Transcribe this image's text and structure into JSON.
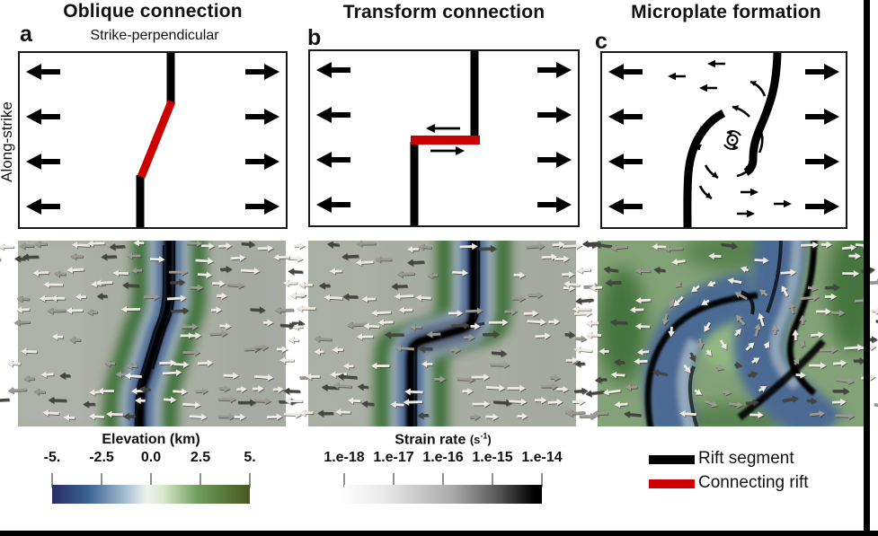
{
  "panels": [
    {
      "letter": "a",
      "title": "Oblique connection",
      "subtitle": "Strike-perpendicular"
    },
    {
      "letter": "b",
      "title": "Transform connection"
    },
    {
      "letter": "c",
      "title": "Microplate formation"
    }
  ],
  "ylabel": "Along-strike",
  "colorbar_elevation": {
    "title": "Elevation (km)",
    "ticks": [
      "-5.",
      "-2.5",
      "0.0",
      "2.5",
      "5."
    ],
    "gradient": [
      "#2b2d62 0%",
      "#3a6291 18%",
      "#9fb8cf 36%",
      "#eef3ee 48%",
      "#d9e8cd 56%",
      "#6f9c5c 74%",
      "#46571d 100%"
    ]
  },
  "colorbar_strain": {
    "title": "Strain rate",
    "unit_pre": "(s",
    "unit_sup": "-1",
    "unit_suf": ")",
    "ticks": [
      "1.e-18",
      "1.e-17",
      "1.e-16",
      "1.e-15",
      "1.e-14"
    ],
    "gradient": [
      "#fdfdfd 0%",
      "#e9e9e9 20%",
      "#aaaaaa 55%",
      "#565656 78%",
      "#000000 96%"
    ]
  },
  "legend": [
    {
      "label": "Rift segment",
      "color": "#000000"
    },
    {
      "label": "Connecting rift",
      "color": "#cc0000"
    }
  ],
  "colors": {
    "rift_black": "#000000",
    "connecting_red": "#cc0000"
  }
}
